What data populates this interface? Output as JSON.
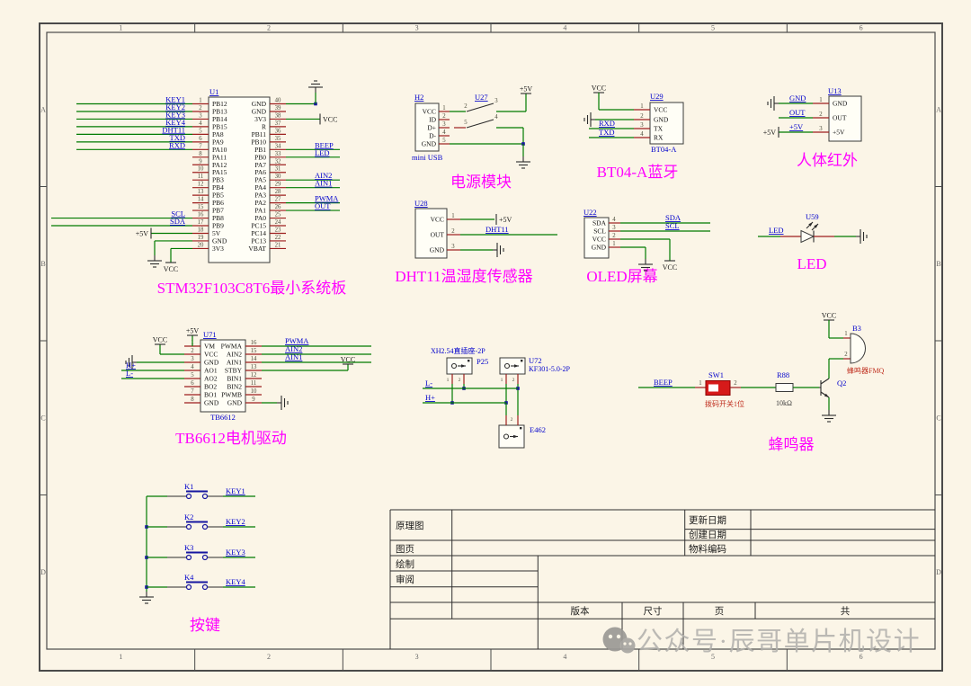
{
  "frame": {
    "columns": [
      "1",
      "2",
      "3",
      "4",
      "5",
      "6"
    ],
    "rows": [
      "A",
      "B",
      "C",
      "D"
    ]
  },
  "modules": {
    "stm32": {
      "designator": "U1",
      "title": "STM32F103C8T6最小系统板",
      "left_pins": [
        {
          "num": "1",
          "name": "PB12",
          "net": "KEY1"
        },
        {
          "num": "2",
          "name": "PB13",
          "net": "KEY2"
        },
        {
          "num": "3",
          "name": "PB14",
          "net": "KEY3"
        },
        {
          "num": "4",
          "name": "PB15",
          "net": "KEY4"
        },
        {
          "num": "5",
          "name": "PA8",
          "net": "DHT11"
        },
        {
          "num": "6",
          "name": "PA9",
          "net": "TXD"
        },
        {
          "num": "7",
          "name": "PA10",
          "net": "RXD"
        },
        {
          "num": "8",
          "name": "PA11"
        },
        {
          "num": "9",
          "name": "PA12"
        },
        {
          "num": "10",
          "name": "PA15"
        },
        {
          "num": "11",
          "name": "PB3"
        },
        {
          "num": "12",
          "name": "PB4"
        },
        {
          "num": "13",
          "name": "PB5"
        },
        {
          "num": "14",
          "name": "PB6"
        },
        {
          "num": "15",
          "name": "PB7"
        },
        {
          "num": "16",
          "name": "PB8",
          "net": "SCL"
        },
        {
          "num": "17",
          "name": "PB9",
          "net": "SDA"
        },
        {
          "num": "18",
          "name": "5V",
          "special": "bar_left",
          "rail": "+5V"
        },
        {
          "num": "19",
          "name": "GND",
          "special": "gnd_down"
        },
        {
          "num": "20",
          "name": "3V3",
          "special": "vcc_down",
          "rail": "VCC"
        }
      ],
      "right_pins": [
        {
          "num": "40",
          "name": "GND",
          "special": "gnd_up"
        },
        {
          "num": "39",
          "name": "GND"
        },
        {
          "num": "38",
          "name": "3V3",
          "special": "bar_right",
          "rail": "VCC"
        },
        {
          "num": "37",
          "name": "R"
        },
        {
          "num": "36",
          "name": "PB11"
        },
        {
          "num": "35",
          "name": "PB10"
        },
        {
          "num": "34",
          "name": "PB1",
          "net": "BEEP"
        },
        {
          "num": "33",
          "name": "PB0",
          "net": "LED"
        },
        {
          "num": "32",
          "name": "PA7"
        },
        {
          "num": "31",
          "name": "PA6"
        },
        {
          "num": "30",
          "name": "PA5",
          "net": "AIN2"
        },
        {
          "num": "29",
          "name": "PA4",
          "net": "AIN1"
        },
        {
          "num": "28",
          "name": "PA3"
        },
        {
          "num": "27",
          "name": "PA2",
          "net": "PWMA"
        },
        {
          "num": "26",
          "name": "PA1",
          "net": "OUT"
        },
        {
          "num": "25",
          "name": "PA0"
        },
        {
          "num": "24",
          "name": "PC15"
        },
        {
          "num": "23",
          "name": "PC14"
        },
        {
          "num": "22",
          "name": "PC13"
        },
        {
          "num": "21",
          "name": "VBAT"
        }
      ]
    },
    "power": {
      "designator": "H2",
      "part": "mini USB",
      "title": "电源模块",
      "pins": [
        {
          "num": "1",
          "name": "VCC"
        },
        {
          "num": "2",
          "name": "ID"
        },
        {
          "num": "3",
          "name": "D+"
        },
        {
          "num": "4",
          "name": "D-"
        },
        {
          "num": "5",
          "name": "GND"
        }
      ],
      "switch": {
        "designator": "U27",
        "pin_nums": [
          "2",
          "3",
          "5",
          "4"
        ]
      },
      "rail": "+5V"
    },
    "bluetooth": {
      "designator": "U29",
      "part": "BT04-A",
      "title": "BT04-A蓝牙",
      "pins": [
        {
          "num": "1",
          "name": "VCC"
        },
        {
          "num": "2",
          "name": "GND"
        },
        {
          "num": "3",
          "name": "TX",
          "net": "RXD"
        },
        {
          "num": "4",
          "name": "RX",
          "net": "TXD"
        }
      ],
      "rail": "VCC"
    },
    "infrared": {
      "designator": "U13",
      "title": "人体红外",
      "pins": [
        {
          "num": "1",
          "name": "GND",
          "net": "GND"
        },
        {
          "num": "2",
          "name": "OUT",
          "net": "OUT"
        },
        {
          "num": "3",
          "name": "+5V",
          "net": "+5V"
        }
      ],
      "rail": "+5V"
    },
    "dht11": {
      "designator": "U28",
      "title": "DHT11温湿度传感器",
      "pins": [
        {
          "num": "1",
          "name": "VCC"
        },
        {
          "num": "2",
          "name": "OUT",
          "net": "DHT11"
        },
        {
          "num": "3",
          "name": "GND"
        }
      ],
      "rail": "+5V"
    },
    "oled": {
      "designator": "U22",
      "title": "OLED屏幕",
      "pins": [
        {
          "num": "4",
          "name": "SDA",
          "net": "SDA"
        },
        {
          "num": "3",
          "name": "SCL",
          "net": "SCL"
        },
        {
          "num": "2",
          "name": "VCC"
        },
        {
          "num": "1",
          "name": "GND"
        }
      ],
      "rail": "VCC"
    },
    "led": {
      "designator": "U59",
      "title": "LED",
      "net": "LED"
    },
    "motor": {
      "designator": "U71",
      "part": "TB6612",
      "title": "TB6612电机驱动",
      "left_pins": [
        {
          "num": "1",
          "name": "VM",
          "special": "bar_up",
          "rail": "+5V"
        },
        {
          "num": "2",
          "name": "VCC",
          "special": "vcc_up",
          "rail": "VCC"
        },
        {
          "num": "3",
          "name": "GND",
          "special": "gnd_left"
        },
        {
          "num": "4",
          "name": "AO1",
          "net": "H+"
        },
        {
          "num": "5",
          "name": "AO2",
          "net": "L-"
        },
        {
          "num": "6",
          "name": "BO2"
        },
        {
          "num": "7",
          "name": "BO1"
        },
        {
          "num": "8",
          "name": "GND"
        }
      ],
      "right_pins": [
        {
          "num": "16",
          "name": "PWMA",
          "net": "PWMA"
        },
        {
          "num": "15",
          "name": "AIN2",
          "net": "AIN2"
        },
        {
          "num": "14",
          "name": "AIN1",
          "net": "AIN1"
        },
        {
          "num": "13",
          "name": "STBY",
          "special": "vcc_t",
          "rail": "VCC"
        },
        {
          "num": "12",
          "name": "BIN1"
        },
        {
          "num": "11",
          "name": "BIN2"
        },
        {
          "num": "10",
          "name": "PWMB"
        },
        {
          "num": "9",
          "name": "GND",
          "special": "gnd_right"
        }
      ]
    },
    "connectors": {
      "socket_part": "XH2.54直插座-2P",
      "socket_designator": "P25",
      "terminal_designator": "U72",
      "terminal_part": "KF301-5.0-2P",
      "bottom_designator": "E462",
      "net_top": "L-",
      "net_bottom": "H+",
      "pin_nums": [
        "1",
        "2"
      ]
    },
    "buzzer": {
      "title": "蜂鸣器",
      "net": "BEEP",
      "switch": {
        "designator": "SW1",
        "comment": "拨码开关1位",
        "pin1": "1",
        "pin2": "2"
      },
      "resistor": {
        "designator": "R88",
        "value": "10kΩ"
      },
      "transistor": {
        "designator": "Q2"
      },
      "sounder": {
        "designator": "B3",
        "comment": "蜂鸣器FMQ",
        "pin1": "1",
        "pin2": "2",
        "plus": "+",
        "minus": "-"
      },
      "rail": "VCC"
    },
    "keys": {
      "title": "按键",
      "buttons": [
        {
          "designator": "K1",
          "net": "KEY1"
        },
        {
          "designator": "K2",
          "net": "KEY2"
        },
        {
          "designator": "K3",
          "net": "KEY3"
        },
        {
          "designator": "K4",
          "net": "KEY4"
        }
      ]
    }
  },
  "titleblock": {
    "schematic_label": "原理图",
    "sheet_label": "图页",
    "drawn_label": "绘制",
    "reviewed_label": "审阅",
    "update_date_label": "更新日期",
    "create_date_label": "创建日期",
    "material_code_label": "物料编码",
    "version_label": "版本",
    "size_label": "尺寸",
    "page_label": "页",
    "total_label": "共"
  },
  "watermark": {
    "text": "公众号·辰哥单片机设计"
  }
}
